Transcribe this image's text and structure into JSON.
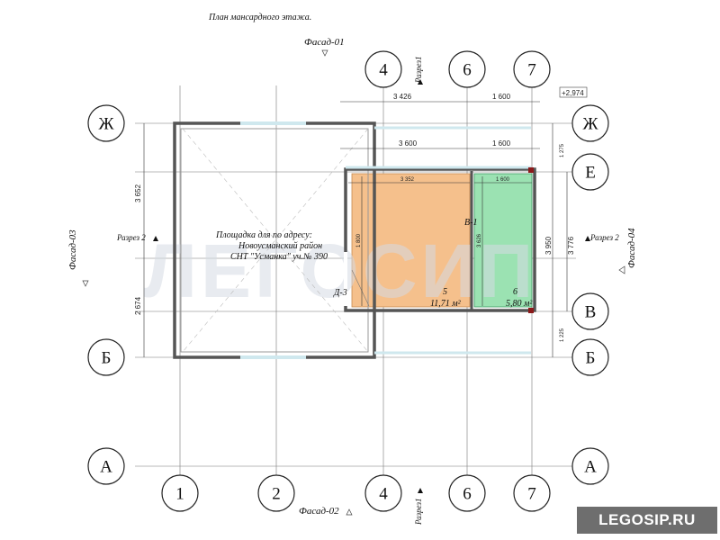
{
  "title": "План мансардного этажа.",
  "facades": {
    "top": "Фасад-01",
    "bottom": "Фасад-02",
    "left": "Фасад-03",
    "right": "Фасад-04"
  },
  "sections": {
    "top": "Разрез1",
    "bottom": "Разрез1",
    "left": "Разрез 2",
    "right": "Разрез 2"
  },
  "axes_columns": {
    "top": [
      "4",
      "6",
      "7"
    ],
    "bottom": [
      "1",
      "2",
      "4",
      "6",
      "7"
    ]
  },
  "axes_rows": {
    "left": [
      "Ж",
      "Б",
      "А"
    ],
    "right": [
      "Ж",
      "Е",
      "В",
      "Б",
      "А"
    ]
  },
  "elevation_mark": "+2,974",
  "dimensions": {
    "top_outer": [
      "3 426",
      "1 600"
    ],
    "top_inner": [
      "3 600",
      "1 600"
    ],
    "room5_width": "3 352",
    "room6_width": "1 600",
    "room5_height": "1 800",
    "room6_height": "3 626",
    "left": [
      "3 652",
      "2 674"
    ],
    "right_outer": [
      "1 275",
      "3 950",
      "1 225"
    ],
    "right_total": "3 776"
  },
  "rooms": [
    {
      "number": "5",
      "area": "11,71 м²",
      "color": "#f5c08c"
    },
    {
      "number": "6",
      "area": "5,80 м²",
      "color": "#9be2b2"
    }
  ],
  "door_labels": [
    "Д-3",
    "В-1"
  ],
  "notes": [
    "Площадка для по адресу:",
    "Новоусманский район",
    "СНТ \"Усманка\" уч.№ 390"
  ],
  "watermark": "ЛЕГОСИП",
  "brand": "LEGOSIP.RU"
}
